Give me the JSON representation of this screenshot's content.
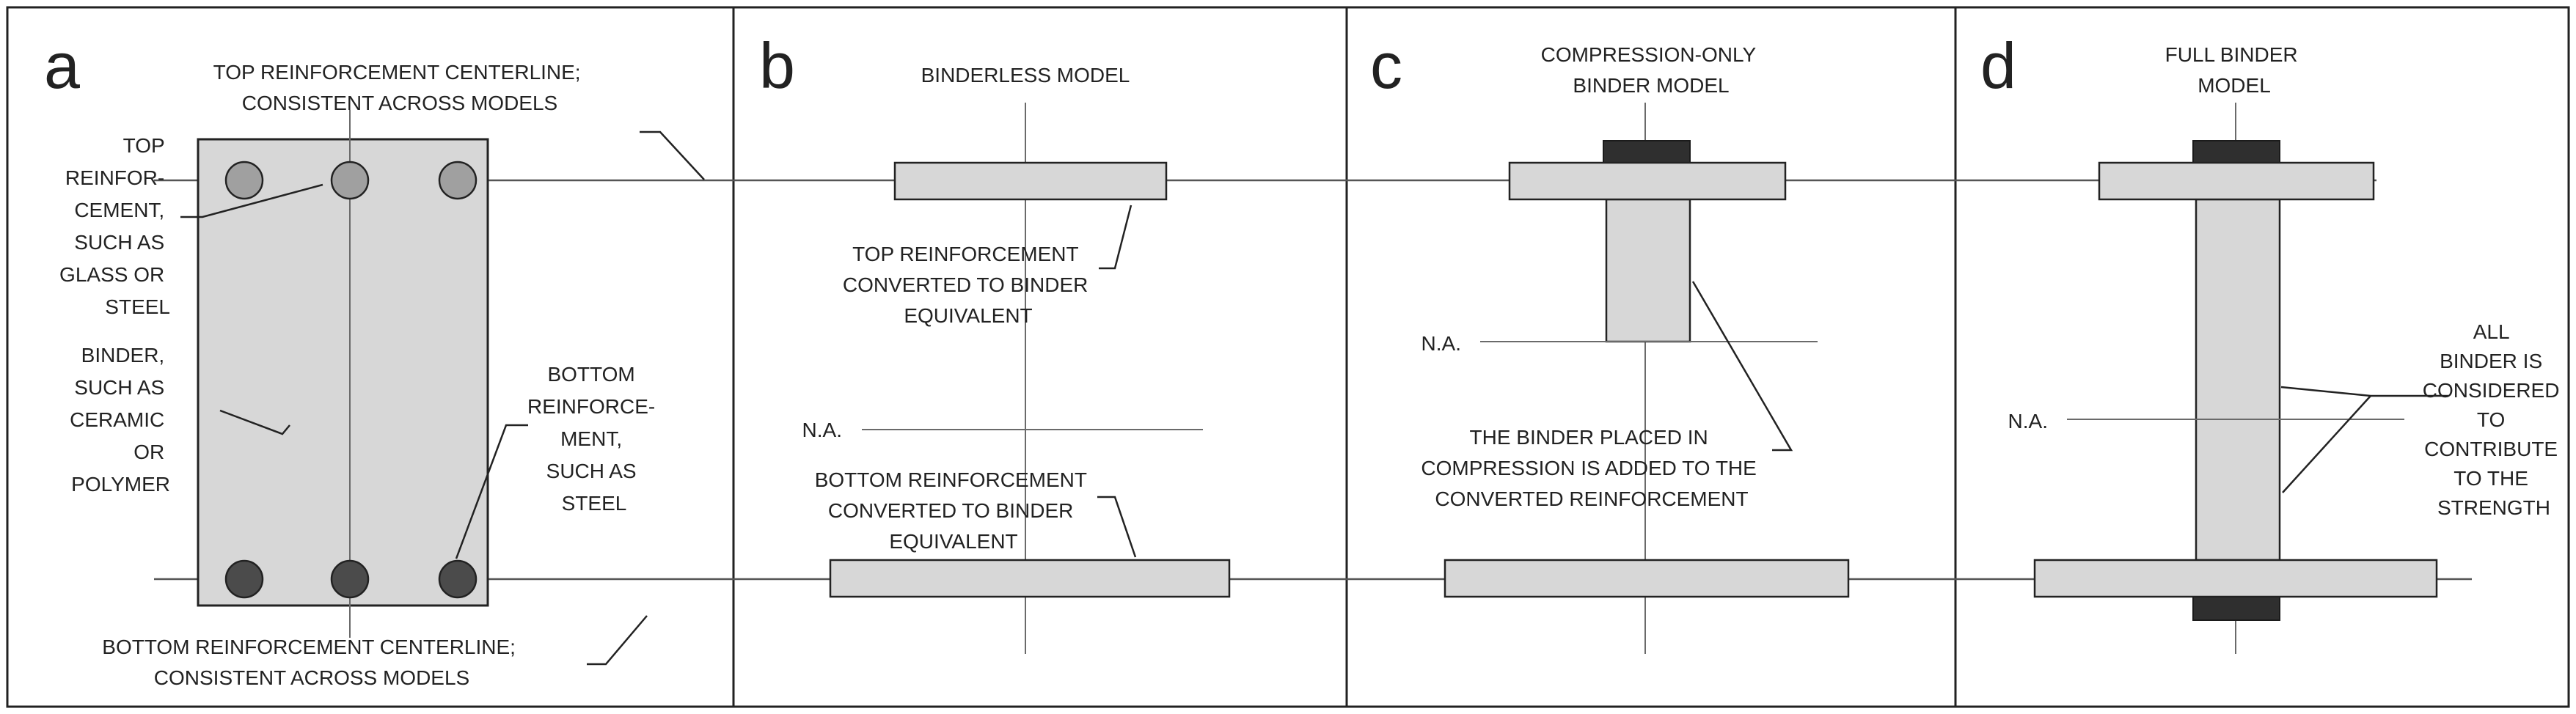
{
  "panels": {
    "a": {
      "letter": "a",
      "top_centerline": [
        "TOP REINFORCEMENT CENTERLINE;",
        "CONSISTENT ACROSS MODELS"
      ],
      "top_reinforcement": [
        "TOP",
        "REINFOR-",
        "CEMENT,",
        "SUCH AS",
        "GLASS OR",
        "STEEL"
      ],
      "binder": [
        "BINDER,",
        "SUCH AS",
        "CERAMIC",
        "OR",
        "POLYMER"
      ],
      "bottom_reinforcement": [
        "BOTTOM",
        "REINFORCE-",
        "MENT,",
        "SUCH AS",
        "STEEL"
      ],
      "bottom_centerline": [
        "BOTTOM REINFORCEMENT CENTERLINE;",
        "CONSISTENT ACROSS MODELS"
      ]
    },
    "b": {
      "letter": "b",
      "title": "BINDERLESS MODEL",
      "top_converted": [
        "TOP REINFORCEMENT",
        "CONVERTED TO BINDER",
        "EQUIVALENT"
      ],
      "na": "N.A.",
      "bottom_converted": [
        "BOTTOM REINFORCEMENT",
        "CONVERTED TO BINDER",
        "EQUIVALENT"
      ]
    },
    "c": {
      "letter": "c",
      "title": [
        "COMPRESSION-ONLY",
        "BINDER MODEL"
      ],
      "na": "N.A.",
      "note": [
        "THE BINDER PLACED IN",
        "COMPRESSION IS ADDED TO THE",
        "CONVERTED REINFORCEMENT"
      ]
    },
    "d": {
      "letter": "d",
      "title": [
        "FULL BINDER",
        "MODEL"
      ],
      "na": "N.A.",
      "note": [
        "ALL",
        "BINDER IS",
        "CONSIDERED",
        "TO",
        "CONTRIBUTE",
        "TO THE",
        "STRENGTH"
      ]
    }
  },
  "colors": {
    "section_fill": "#d7d7d7",
    "top_rebar": "#a0a0a0",
    "bottom_rebar": "#4b4b4b",
    "added_binder": "#2f2f2f"
  }
}
